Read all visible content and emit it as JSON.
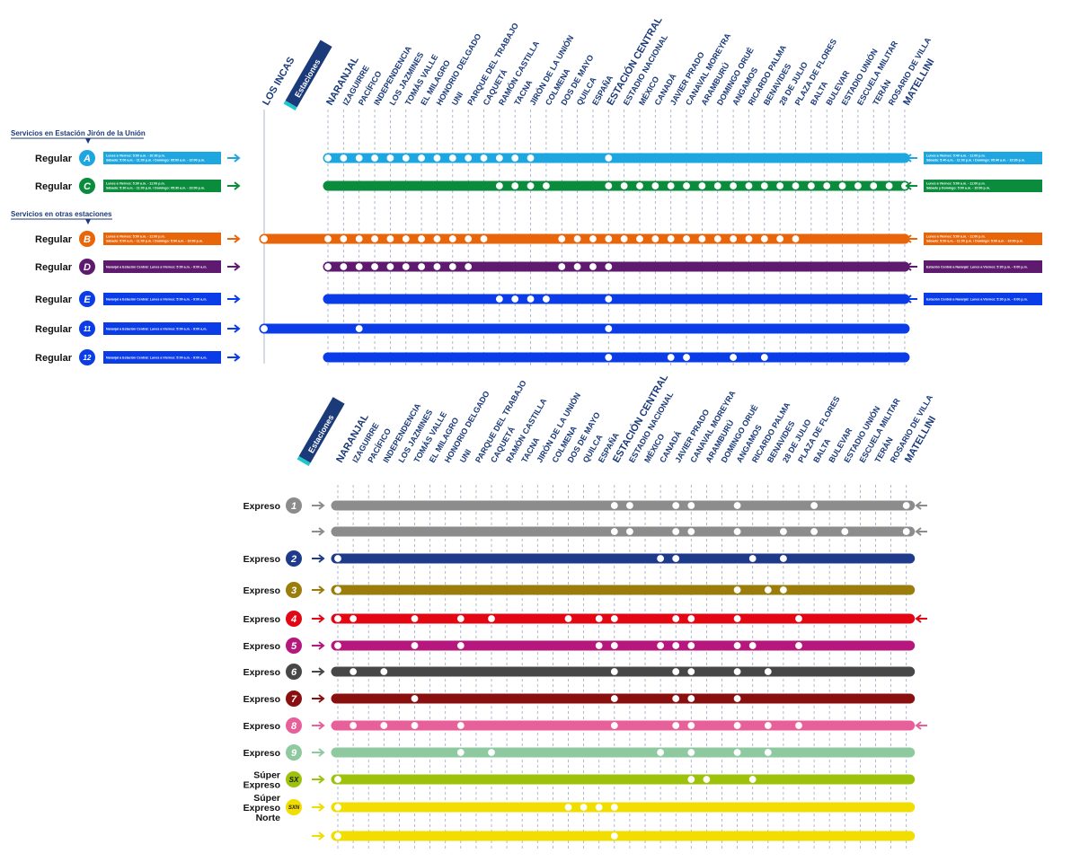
{
  "top": {
    "section_union": "Servicios en Estación Jirón de la Unión",
    "section_other": "Servicios en otras estaciones",
    "terminal_left": "LOS INCAS",
    "tag": "Estaciones",
    "stations": [
      "NARANJAL",
      "IZAGUIRRE",
      "PACÍFICO",
      "INDEPENDENCIA",
      "LOS JAZMINES",
      "TOMÁS VALLE",
      "EL MILAGRO",
      "HONORIO DELGADO",
      "UNI",
      "PARQUE DEL TRABAJO",
      "CAQUETÁ",
      "RAMÓN CASTILLA",
      "TACNA",
      "JIRÓN DE LA UNIÓN",
      "COLMENA",
      "DOS DE MAYO",
      "QUILCA",
      "ESPAÑA",
      "ESTACIÓN CENTRAL",
      "ESTADIO NACIONAL",
      "MÉXICO",
      "CANADÁ",
      "JAVIER PRADO",
      "CANAVAL MOREYRA",
      "ARAMBURÚ",
      "DOMINGO ORUÉ",
      "ANGAMOS",
      "RICARDO PALMA",
      "BENAVIDES",
      "28 DE JULIO",
      "PLAZA DE FLORES",
      "BALTA",
      "BULEVAR",
      "ESTADIO UNIÓN",
      "ESCUELA MILITAR",
      "TERÁN",
      "ROSARIO DE VILLA",
      "MATELLINI"
    ],
    "routes": [
      {
        "type": "Regular",
        "code": "A",
        "color": "#1ea6e0",
        "stops": [
          0,
          1,
          2,
          3,
          4,
          5,
          6,
          7,
          8,
          9,
          10,
          11,
          12,
          13,
          18
        ],
        "full": false,
        "info_left": [
          "Lunes a Viernes: 5:00 a.m. - 10:30 p.m.",
          "Sábado: 5:00 a.m. - 11:00 p.m. / Domingo: 05:00 a.m. - 10:00 p.m."
        ],
        "info_right": [
          "Lunes a Viernes: 5:40 a.m. - 11:00 p.m.",
          "Sábado: 5:40 a.m. - 11:00 p.m. / Domingo: 05:40 a.m. - 10:30 p.m."
        ],
        "loslncas": false
      },
      {
        "type": "Regular",
        "code": "C",
        "color": "#0a8c3c",
        "stops": [
          11,
          12,
          13,
          14,
          18,
          19,
          20,
          21,
          22,
          23,
          24,
          25,
          26,
          27,
          28,
          29,
          30,
          31,
          32,
          33,
          34,
          35,
          36,
          37
        ],
        "full": true,
        "info_left": [
          "Lunes a Viernes: 5:30 a.m. - 11:00 p.m.",
          "Sábado: 5:30 a.m. - 11:00 p.m. / Domingo: 05:30 a.m. - 10:00 p.m."
        ],
        "info_right": [
          "Lunes a Viernes: 5:00 a.m. - 11:00 p.m.",
          "Sábado y Domingo: 5:00 a.m. - 10:00 p.m."
        ],
        "loslncas": false
      },
      {
        "type": "Regular",
        "code": "B",
        "color": "#e8650a",
        "stops": [
          0,
          1,
          2,
          3,
          4,
          5,
          6,
          7,
          8,
          9,
          10,
          15,
          16,
          17,
          18,
          19,
          20,
          21,
          22,
          23,
          24,
          25,
          26,
          27,
          28,
          29,
          30
        ],
        "full": true,
        "info_left": [
          "Lunes a Viernes: 5:00 a.m. - 11:00 p.m.",
          "Sábado: 5:00 a.m. - 11:00 p.m. / Domingo: 5:00 a.m. - 10:00 p.m."
        ],
        "info_right": [
          "Lunes a Viernes: 5:00 a.m. - 11:00 p.m.",
          "Sábado: 5:00 a.m. - 11:00 p.m. / Domingo: 5:00 a.m. - 10:00 p.m."
        ],
        "loslncas": true
      },
      {
        "type": "Regular",
        "code": "D",
        "color": "#5e1a6e",
        "stops": [
          0,
          1,
          2,
          3,
          4,
          5,
          6,
          7,
          8,
          9,
          15,
          16,
          17,
          18
        ],
        "full": true,
        "info_left": [
          "Naranjal a Estación Central: Lunes a Viernes: 5:00 a.m. - 9:00 a.m."
        ],
        "info_right": [
          "Estación Central a Naranjal: Lunes a Viernes: 5:30 p.m. - 9:00 p.m."
        ],
        "loslncas": false
      },
      {
        "type": "Regular",
        "code": "E",
        "color": "#0a3ce8",
        "stops": [
          11,
          12,
          13,
          14,
          18
        ],
        "full": true,
        "info_left": [
          "Naranjal a Estación Central: Lunes a Viernes: 5:00 a.m. - 9:00 a.m."
        ],
        "info_right": [
          "Estación Central a Naranjal: Lunes a Viernes: 5:30 p.m. - 9:00 p.m."
        ],
        "loslncas": false
      },
      {
        "type": "Regular",
        "code": "11",
        "color": "#0a3ce8",
        "stops": [
          2,
          18
        ],
        "full": true,
        "info_left": [
          "Naranjal a Estación Central: Lunes a Viernes: 5:00 a.m. - 9:00 a.m."
        ],
        "info_right": [],
        "loslncas": true
      },
      {
        "type": "Regular",
        "code": "12",
        "color": "#0a3ce8",
        "stops": [
          18,
          22,
          23,
          26,
          28
        ],
        "full": true,
        "info_left": [
          "Naranjal a Estación Central: Lunes a Viernes: 5:00 a.m. - 9:00 a.m."
        ],
        "info_right": [],
        "loslncas": false
      }
    ]
  },
  "bottom": {
    "tag": "Estaciones",
    "stations": [
      "NARANJAL",
      "IZAGUIRRE",
      "PACÍFICO",
      "INDEPENDENCIA",
      "LOS JAZMINES",
      "TOMÁS VALLE",
      "EL MILAGRO",
      "HONORIO DELGADO",
      "UNI",
      "PARQUE DEL TRABAJO",
      "CAQUETÁ",
      "RAMÓN CASTILLA",
      "TACNA",
      "JIRÓN DE LA UNIÓN",
      "COLMENA",
      "DOS DE MAYO",
      "QUILCA",
      "ESPAÑA",
      "ESTACIÓN CENTRAL",
      "ESTADIO NACIONAL",
      "MÉXICO",
      "CANADÁ",
      "JAVIER PRADO",
      "CANAVAL MOREYRA",
      "ARAMBURÚ",
      "DOMINGO ORUÉ",
      "ANGAMOS",
      "RICARDO PALMA",
      "BENAVIDES",
      "28 DE JULIO",
      "PLAZA DE FLORES",
      "BALTA",
      "BULEVAR",
      "ESTADIO UNIÓN",
      "ESCUELA MILITAR",
      "TERÁN",
      "ROSARIO DE VILLA",
      "MATELLINI"
    ],
    "routes": [
      {
        "label": "Expreso",
        "code": "1",
        "color": "#8c8c8c",
        "stops": [
          18,
          19,
          22,
          23,
          26,
          31,
          37
        ],
        "back": true
      },
      {
        "label": "",
        "code": "",
        "color": "#8c8c8c",
        "stops": [
          18,
          19,
          22,
          23,
          26,
          29,
          31,
          33,
          37
        ],
        "back": true
      },
      {
        "label": "Expreso",
        "code": "2",
        "color": "#1e3a8a",
        "stops": [
          0,
          21,
          22,
          27,
          29
        ],
        "back": false
      },
      {
        "label": "Expreso",
        "code": "3",
        "color": "#9a7d0a",
        "stops": [
          0,
          26,
          28,
          29
        ],
        "back": false
      },
      {
        "label": "Expreso",
        "code": "4",
        "color": "#e30613",
        "stops": [
          0,
          1,
          5,
          8,
          10,
          15,
          17,
          18,
          22,
          23,
          26,
          30
        ],
        "back": true
      },
      {
        "label": "Expreso",
        "code": "5",
        "color": "#b5177c",
        "stops": [
          0,
          5,
          8,
          17,
          18,
          21,
          22,
          23,
          26,
          27,
          30
        ],
        "back": false
      },
      {
        "label": "Expreso",
        "code": "6",
        "color": "#474747",
        "stops": [
          1,
          3,
          18,
          22,
          23,
          26,
          28
        ],
        "back": false
      },
      {
        "label": "Expreso",
        "code": "7",
        "color": "#8a0f0f",
        "stops": [
          5,
          18,
          22,
          23,
          26
        ],
        "back": false
      },
      {
        "label": "Expreso",
        "code": "8",
        "color": "#e8609a",
        "stops": [
          1,
          3,
          5,
          8,
          18,
          22,
          23,
          26,
          28,
          30
        ],
        "back": true
      },
      {
        "label": "Expreso",
        "code": "9",
        "color": "#8fc9a0",
        "stops": [
          8,
          10,
          21,
          23,
          26,
          28
        ],
        "back": false
      },
      {
        "label": "Súper Expreso",
        "code": "SX",
        "color": "#9dc20a",
        "stops": [
          0,
          23,
          24,
          27
        ],
        "back": false
      },
      {
        "label": "Súper Expreso Norte",
        "code": "SXN",
        "color": "#f2dd00",
        "stops": [
          0,
          15,
          16,
          17,
          18
        ],
        "back": false
      },
      {
        "label": "",
        "code": "",
        "color": "#f2dd00",
        "stops": [
          0,
          18
        ],
        "back": false
      }
    ]
  }
}
